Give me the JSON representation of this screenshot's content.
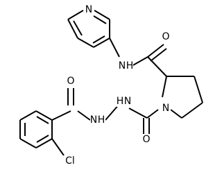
{
  "structure": {
    "atom_labels": {
      "pyridine_n": "N",
      "amide_nh": "N",
      "amide_h": "H",
      "carbonyl_o_top": "O",
      "pyrrolidine_n": "N",
      "hydrazide_n1": "N",
      "hydrazide_h1": "H",
      "hydrazide_n2": "N",
      "hydrazide_h2": "H",
      "benzoyl_o": "O",
      "urea_o": "O",
      "chloro": "Cl"
    },
    "colors": {
      "bond": "#000000",
      "label": "#000000",
      "background": "#ffffff"
    }
  }
}
